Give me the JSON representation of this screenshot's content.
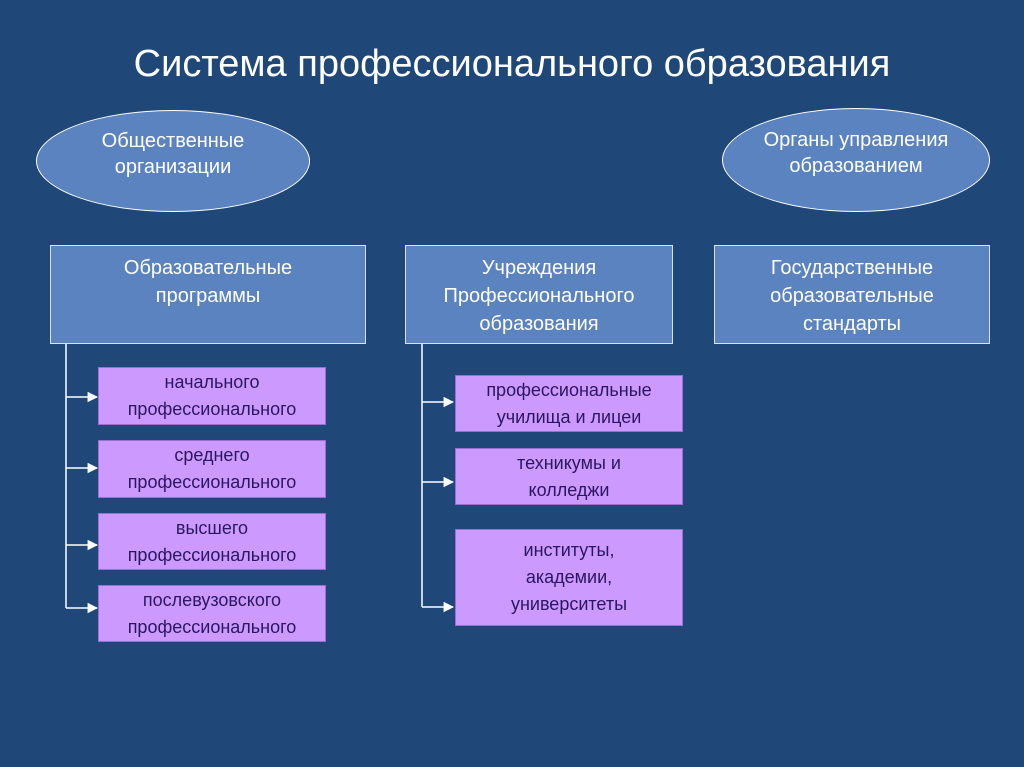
{
  "title": "Система профессионального образования",
  "ovals": {
    "public": "Общественные\nорганизации",
    "authorities": "Органы управления\nобразованием"
  },
  "headers": {
    "programs": "Образовательные\nпрограммы",
    "institutions": "Учреждения\nПрофессионального\nобразования",
    "standards": "Государственные\nобразовательные\nстандарты"
  },
  "programs": [
    "начального\nпрофессионального",
    "среднего\nпрофессионального",
    "высшего\nпрофессионального",
    "послевузовского\nпрофессионального"
  ],
  "institutions": [
    "профессиональные\nучилища и лицеи",
    "техникумы и\nколледжи",
    "институты,\nакадемии,\nуниверситеты"
  ]
}
